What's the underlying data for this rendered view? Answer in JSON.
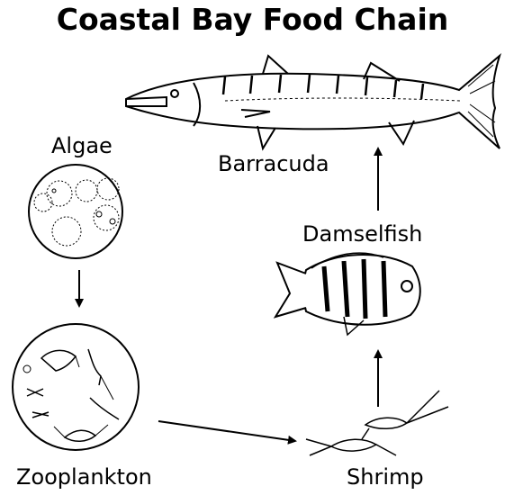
{
  "title": "Coastal Bay Food Chain",
  "organisms": {
    "algae": {
      "label": "Algae",
      "icon": "algae-cells-icon"
    },
    "zooplankton": {
      "label": "Zooplankton",
      "icon": "zooplankton-icon"
    },
    "shrimp": {
      "label": "Shrimp",
      "icon": "shrimp-icon"
    },
    "damselfish": {
      "label": "Damselfish",
      "icon": "damselfish-icon"
    },
    "barracuda": {
      "label": "Barracuda",
      "icon": "barracuda-icon"
    }
  },
  "links": [
    {
      "from": "Algae",
      "to": "Zooplankton"
    },
    {
      "from": "Zooplankton",
      "to": "Shrimp"
    },
    {
      "from": "Shrimp",
      "to": "Damselfish"
    },
    {
      "from": "Damselfish",
      "to": "Barracuda"
    }
  ]
}
